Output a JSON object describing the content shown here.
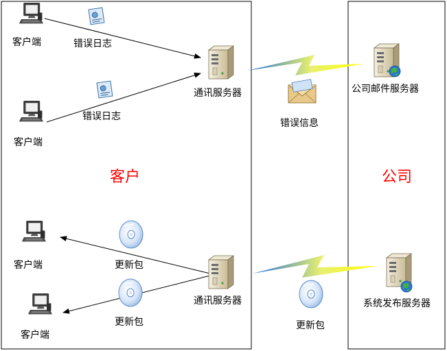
{
  "zones": {
    "customer": "客户",
    "company": "公司"
  },
  "top": {
    "client_1": "客户端",
    "client_2": "客户端",
    "error_log_1": "错误日志",
    "error_log_2": "错误日志",
    "comm_server": "通讯服务器",
    "error_info": "错误信息",
    "mail_server": "公司邮件服务器"
  },
  "bottom": {
    "client_1": "客户端",
    "client_2": "客户端",
    "update_pkg_1": "更新包",
    "update_pkg_2": "更新包",
    "comm_server": "通讯服务器",
    "update_pkg_3": "更新包",
    "release_server": "系统发布服务器"
  },
  "colors": {
    "zone_text": "#ff0000",
    "border": "#000000",
    "bolt_start": "#1e6fd8",
    "bolt_end": "#ffff00"
  },
  "icons": [
    "computer-icon",
    "document-icon",
    "server-icon",
    "globe-icon",
    "envelope-icon",
    "cd-icon",
    "lightning-icon"
  ]
}
